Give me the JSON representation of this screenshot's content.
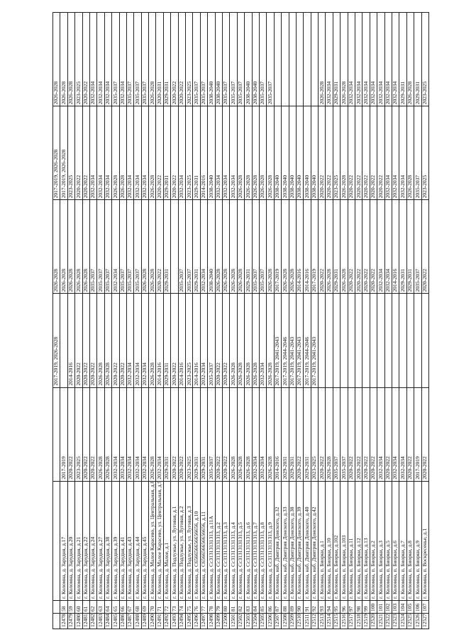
{
  "header": [
    "",
    "",
    "",
    "",
    "2017-2019, 2026-2028",
    "2026-2028",
    "2017-2019, 2026-2028",
    "2026-2028"
  ],
  "rows": [
    [
      "12478",
      "58",
      "г. Коломна, д. Зарудня, д.17",
      "2017-2019",
      "",
      "2026-2028",
      "2017-2019, 2026-2028",
      "2026-2028"
    ],
    [
      "12479",
      "59",
      "г. Коломна, д. Зарудня, д.20",
      "2020-2022",
      "2014-2016",
      "2026-2028",
      "2023-2025",
      "2026-2028"
    ],
    [
      "12480",
      "60",
      "г. Коломна, д. Зарудня, д.21",
      "2023-2025",
      "2020-2022",
      "2026-2028",
      "2020-2022",
      "2023-2025"
    ],
    [
      "12481",
      "61",
      "г. Коломна, д. Зарудня, д.22",
      "2020-2022",
      "2020-2022",
      "2026-2028",
      "2020-2022",
      "2020-2022"
    ],
    [
      "12482",
      "62",
      "г. Коломна, д. Зарудня, д.24",
      "2020-2022",
      "2020-2022",
      "2035-2037",
      "2032-2034",
      "2032-2034"
    ],
    [
      "12483",
      "63",
      "г. Коломна, д. Зарудня, д.27",
      "2026-2028",
      "2026-2028",
      "2035-2037",
      "2032-2034",
      "2032-2034"
    ],
    [
      "12484",
      "64",
      "г. Коломна, д. Зарудня, д.38",
      "2026-2028",
      "2026-2028",
      "2035-2037",
      "2032-2034",
      "2032-2034"
    ],
    [
      "12485",
      "65",
      "г. Коломна, д. Зарудня, д.39",
      "2032-2034",
      "2020-2022",
      "2032-2034",
      "2026-2028",
      "2035-2037"
    ],
    [
      "12486",
      "66",
      "г. Коломна, д. Зарудня, д.41",
      "2032-2034",
      "2020-2022",
      "2035-2037",
      "2026-2028",
      "2032-2034"
    ],
    [
      "12487",
      "67",
      "г. Коломна, д. Зарудня, д.43",
      "2032-2034",
      "2032-2034",
      "2035-2037",
      "2032-2034",
      "2035-2037"
    ],
    [
      "12488",
      "68",
      "г. Коломна, д. Зарудня, д.44",
      "2032-2034",
      "2032-2034",
      "2035-2037",
      "2032-2034",
      "2035-2037"
    ],
    [
      "12489",
      "69",
      "г. Коломна, д. Зарудня, д.45",
      "2032-2034",
      "2032-2034",
      "2026-2028",
      "2032-2034",
      "2035-2037"
    ],
    [
      "12490",
      "70",
      "г. Коломна, д. Малое Карасево, ул. Центральная, д.8",
      "2026-2028",
      "2026-2028",
      "2026-2028",
      "2026-2028",
      "2026-2028"
    ],
    [
      "12491",
      "71",
      "г. Коломна, д. Малое Карасево, ул. Центральная, д.9",
      "2032-2034",
      "2014-2016",
      "2020-2022",
      "2020-2022",
      "2020-2031"
    ],
    [
      "12492",
      "72",
      "г. Коломна, д. Малое, д.1",
      "2029-2031",
      "2029-2031",
      "2029-2031",
      "2029-2031",
      "2029-2031"
    ],
    [
      "12493",
      "73",
      "г. Коломна, д. Подлужье, ул. Луговая, д.1",
      "2020-2022",
      "2020-2022",
      "",
      "2020-2022",
      "2020-2022"
    ],
    [
      "12494",
      "74",
      "г. Коломна, д. Подлужье, ул. Луговая, д.2",
      "2020-2022",
      "2014-2016",
      "2035-2037",
      "2032-2034",
      "2020-2022"
    ],
    [
      "12495",
      "75",
      "г. Коломна, д. Подлужье, ул. Луговая, д.3",
      "2023-2025",
      "2023-2025",
      "2035-2037",
      "2023-2025",
      "2023-2025"
    ],
    [
      "12496",
      "76",
      "г. Коломна, д. С656656656656656, д.10",
      "2029-2031",
      "2014-2016",
      "2029-2031",
      "2029-2031",
      "2035-2037"
    ],
    [
      "12497",
      "77",
      "г. Коломна, д. С656656656656656, д.11",
      "2029-2031",
      "2032-2034",
      "2032-2034",
      "2014-2016",
      "2035-2037"
    ],
    [
      "12498",
      "78",
      "г. Коломна, д. Сс31313131313, д.11А",
      "2035-2037",
      "2035-2037",
      "2038-2040",
      "2038-2040",
      "2038-2040"
    ],
    [
      "12499",
      "79",
      "г. Коломна, д. Сс31313131313, д.2",
      "2020-2022",
      "2020-2022",
      "2026-2028",
      "2032-2034",
      "2038-2040"
    ],
    [
      "12500",
      "80",
      "г. Коломна, д. Сс31313131313, д.3",
      "2020-2022",
      "2020-2022",
      "2026-2028",
      "2032-2034",
      "2035-2037"
    ],
    [
      "12501",
      "81",
      "г. Коломна, д. Сс31313131313, д.4",
      "2026-2028",
      "2026-2028",
      "2026-2028",
      "2032-2034",
      "2035-2037"
    ],
    [
      "12502",
      "82",
      "г. Коломна, д. Сс31313131313, д.5",
      "2026-2028",
      "2026-2028",
      "2026-2028",
      "2026-2028",
      "2035-2037"
    ],
    [
      "12503",
      "83",
      "г. Коломна, д. Сс31313131313, д.6",
      "2026-2028",
      "2026-2028",
      "2029-2031",
      "2026-2028",
      "2038-2040"
    ],
    [
      "12504",
      "84",
      "г. Коломна, д. Сс31313131313, д.7",
      "2032-2034",
      "2026-2028",
      "2035-2037",
      "2026-2028",
      "2038-2040"
    ],
    [
      "12505",
      "85",
      "г. Коломна, д. Сс31313131313, д.8",
      "2032-2034",
      "2032-2034",
      "2035-2037",
      "2026-2028",
      "2035-2037"
    ],
    [
      "12506",
      "86",
      "г. Коломна, д. Сс31313131313, д.9",
      "2026-2028",
      "2026-2028",
      "2026-2028",
      "2026-2028",
      "2035-2037"
    ],
    [
      "12507",
      "87",
      "г. Коломна, наб. Дмитрия Донского, д.32",
      "2014-2016",
      "2017-2019, 2041-2043",
      "2017-2019",
      "2038-2040",
      ""
    ],
    [
      "12508",
      "88",
      "г. Коломна, наб. Дмитрия Донского, д.33",
      "2029-2031",
      "2017-2019, 2044-2046",
      "2026-2028",
      "2038-2040",
      ""
    ],
    [
      "12509",
      "89",
      "г. Коломна, наб. Дмитрия Донского, д.38",
      "2029-2031",
      "2017-2019, 2041-2043",
      "2026-2028",
      "2038-2040",
      ""
    ],
    [
      "12510",
      "90",
      "г. Коломна, наб. Дмитрия Донского, д.39",
      "2020-2022",
      "2017-2019, 2041-2043",
      "2014-2016",
      "2038-2040",
      ""
    ],
    [
      "12511",
      "91",
      "г. Коломна, наб. Дмитрия Донского, д.40",
      "2029-2031",
      "2017-2019, 2044-2046",
      "2014-2016",
      "2038-2040",
      ""
    ],
    [
      "12512",
      "92",
      "г. Коломна, наб. Дмитрия Донского, д.42",
      "2023-2025",
      "2017-2019, 2041-2043",
      "2017-2019",
      "2038-2040",
      ""
    ],
    [
      "12513",
      "93",
      "г. Коломна, п. Биорки, д.1",
      "2020-2022",
      "",
      "2020-2022",
      "2020-2022",
      "2026-2028"
    ],
    [
      "12514",
      "94",
      "г. Коломна, п. Биорки, д.10",
      "2026-2028",
      "",
      "2026-2028",
      "2020-2022",
      "2032-2034"
    ],
    [
      "12515",
      "95",
      "г. Коломна, п. Биорки, д.102",
      "2035-2037",
      "",
      "2029-2031",
      "2023-2025",
      "2029-2031"
    ],
    [
      "12516",
      "96",
      "г. Коломна, п. Биорки, д.103",
      "2035-2037",
      "",
      "2026-2028",
      "2026-2028",
      "2026-2028"
    ],
    [
      "12517",
      "97",
      "г. Коломна, п. Биорки, д.11",
      "2020-2022",
      "",
      "2020-2022",
      "2020-2022",
      "2032-2034"
    ],
    [
      "12518",
      "98",
      "г. Коломна, п. Биорки, д.12",
      "2020-2022",
      "",
      "2020-2022",
      "2020-2022",
      "2032-2034"
    ],
    [
      "12519",
      "99",
      "г. Коломна, п. Биорки, д.13",
      "2020-2022",
      "",
      "2020-2022",
      "2020-2022",
      "2032-2034"
    ],
    [
      "12520",
      "100",
      "г. Коломна, п. Биорки, д.2",
      "2020-2022",
      "",
      "2020-2022",
      "2020-2022",
      "2032-2034"
    ],
    [
      "12521",
      "101",
      "г. Коломна, п. Биорки, д.3",
      "2032-2034",
      "",
      "2032-2034",
      "2020-2022",
      "2032-2034"
    ],
    [
      "12522",
      "102",
      "г. Коломна, п. Биорки, д.5",
      "2020-2022",
      "",
      "2032-2034",
      "2032-2034",
      "2032-2034"
    ],
    [
      "12523",
      "103",
      "г. Коломна, п. Биорки, д.6",
      "2032-2034",
      "",
      "2014-2016",
      "2032-2034",
      "2032-2034"
    ],
    [
      "12524",
      "104",
      "г. Коломна, п. Биорки, д.7",
      "2032-2034",
      "",
      "2029-2031",
      "2032-2034",
      "2029-2031"
    ],
    [
      "12525",
      "105",
      "г. Коломна, п. Биорки, д.8",
      "2020-2022",
      "",
      "2029-2031",
      "2026-2028",
      "2026-2028"
    ],
    [
      "12526",
      "106",
      "г. Коломна, п. Биорки, д.9",
      "2017-2019",
      "",
      "2035-2037",
      "2035-2037",
      "2029-2031"
    ],
    [
      "12527",
      "107",
      "г. Коломна, п. Воскресенье, д.1",
      "2020-2022",
      "",
      "2020-2022",
      "2023-2025",
      "2023-2025"
    ]
  ]
}
